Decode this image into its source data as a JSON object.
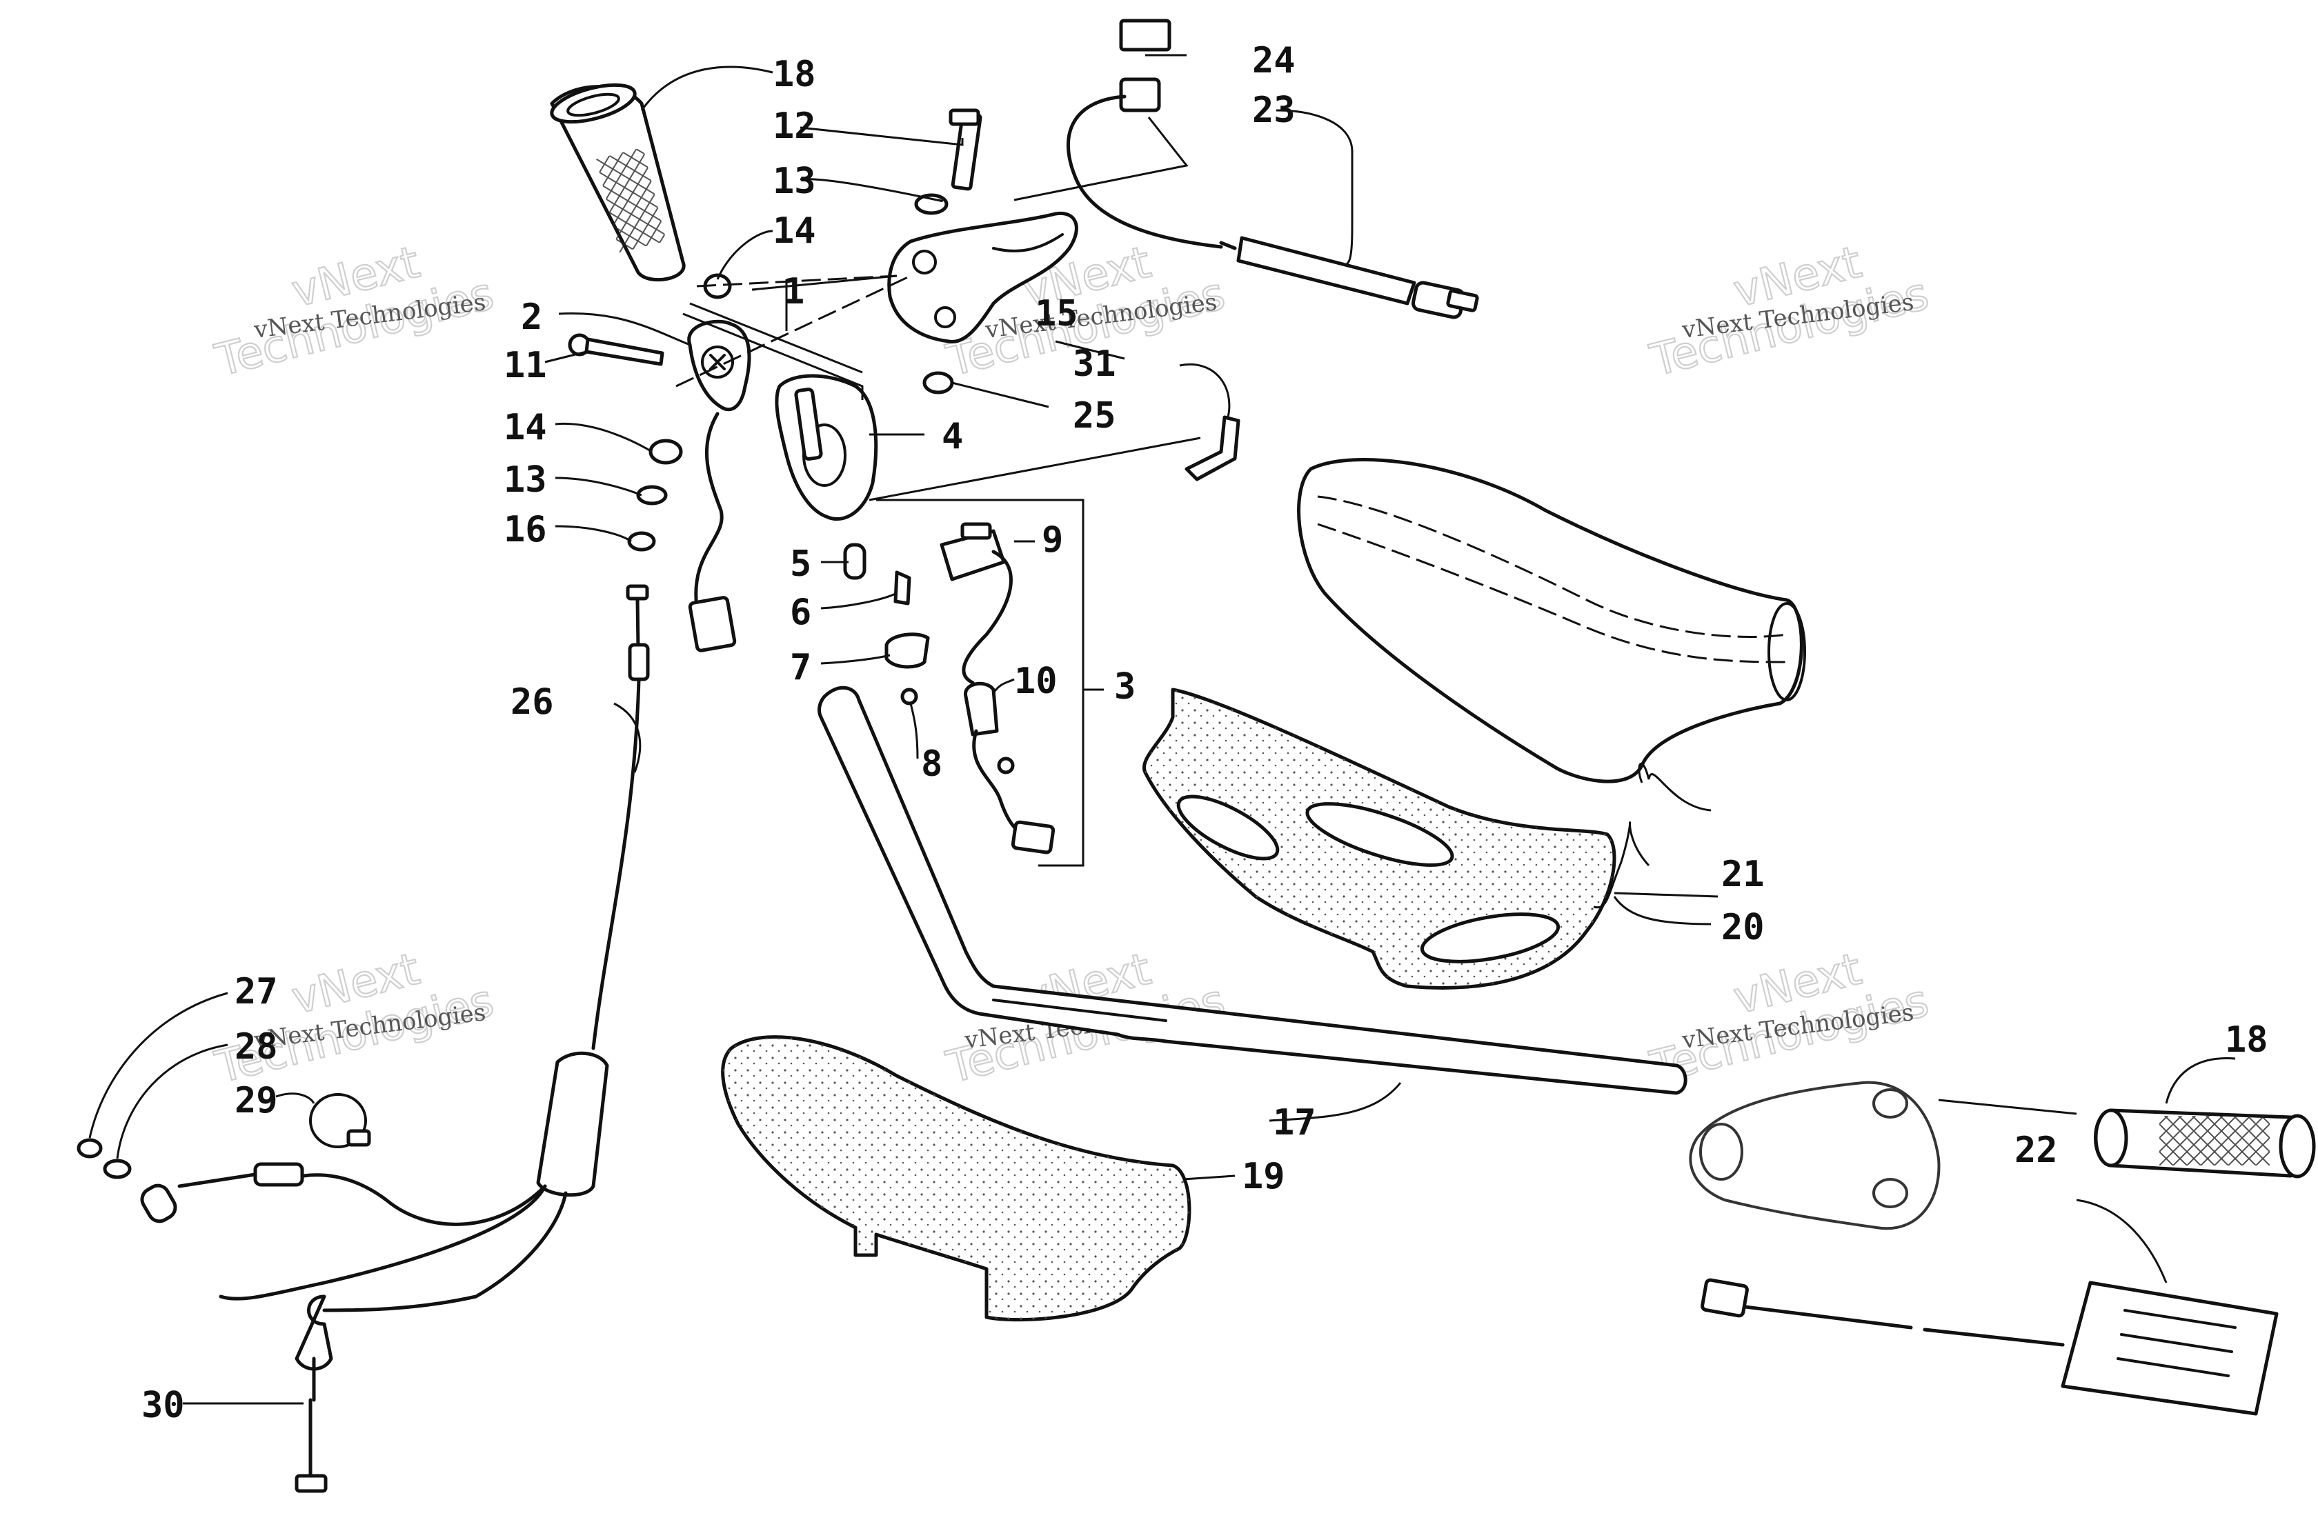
{
  "callouts": {
    "c1": "1",
    "c2": "2",
    "c3": "3",
    "c4": "4",
    "c5": "5",
    "c6": "6",
    "c7": "7",
    "c8": "8",
    "c9": "9",
    "c10": "10",
    "c11": "11",
    "c12": "12",
    "c13a": "13",
    "c13b": "13",
    "c14a": "14",
    "c14b": "14",
    "c15": "15",
    "c16": "16",
    "c17": "17",
    "c18a": "18",
    "c18b": "18",
    "c19": "19",
    "c20": "20",
    "c21": "21",
    "c22": "22",
    "c23": "23",
    "c24": "24",
    "c25": "25",
    "c26": "26",
    "c27": "27",
    "c28": "28",
    "c29": "29",
    "c30": "30",
    "c31": "31"
  },
  "watermark": {
    "line1": "vNext",
    "line2": "Technologies",
    "small": "vNext Technologies"
  }
}
